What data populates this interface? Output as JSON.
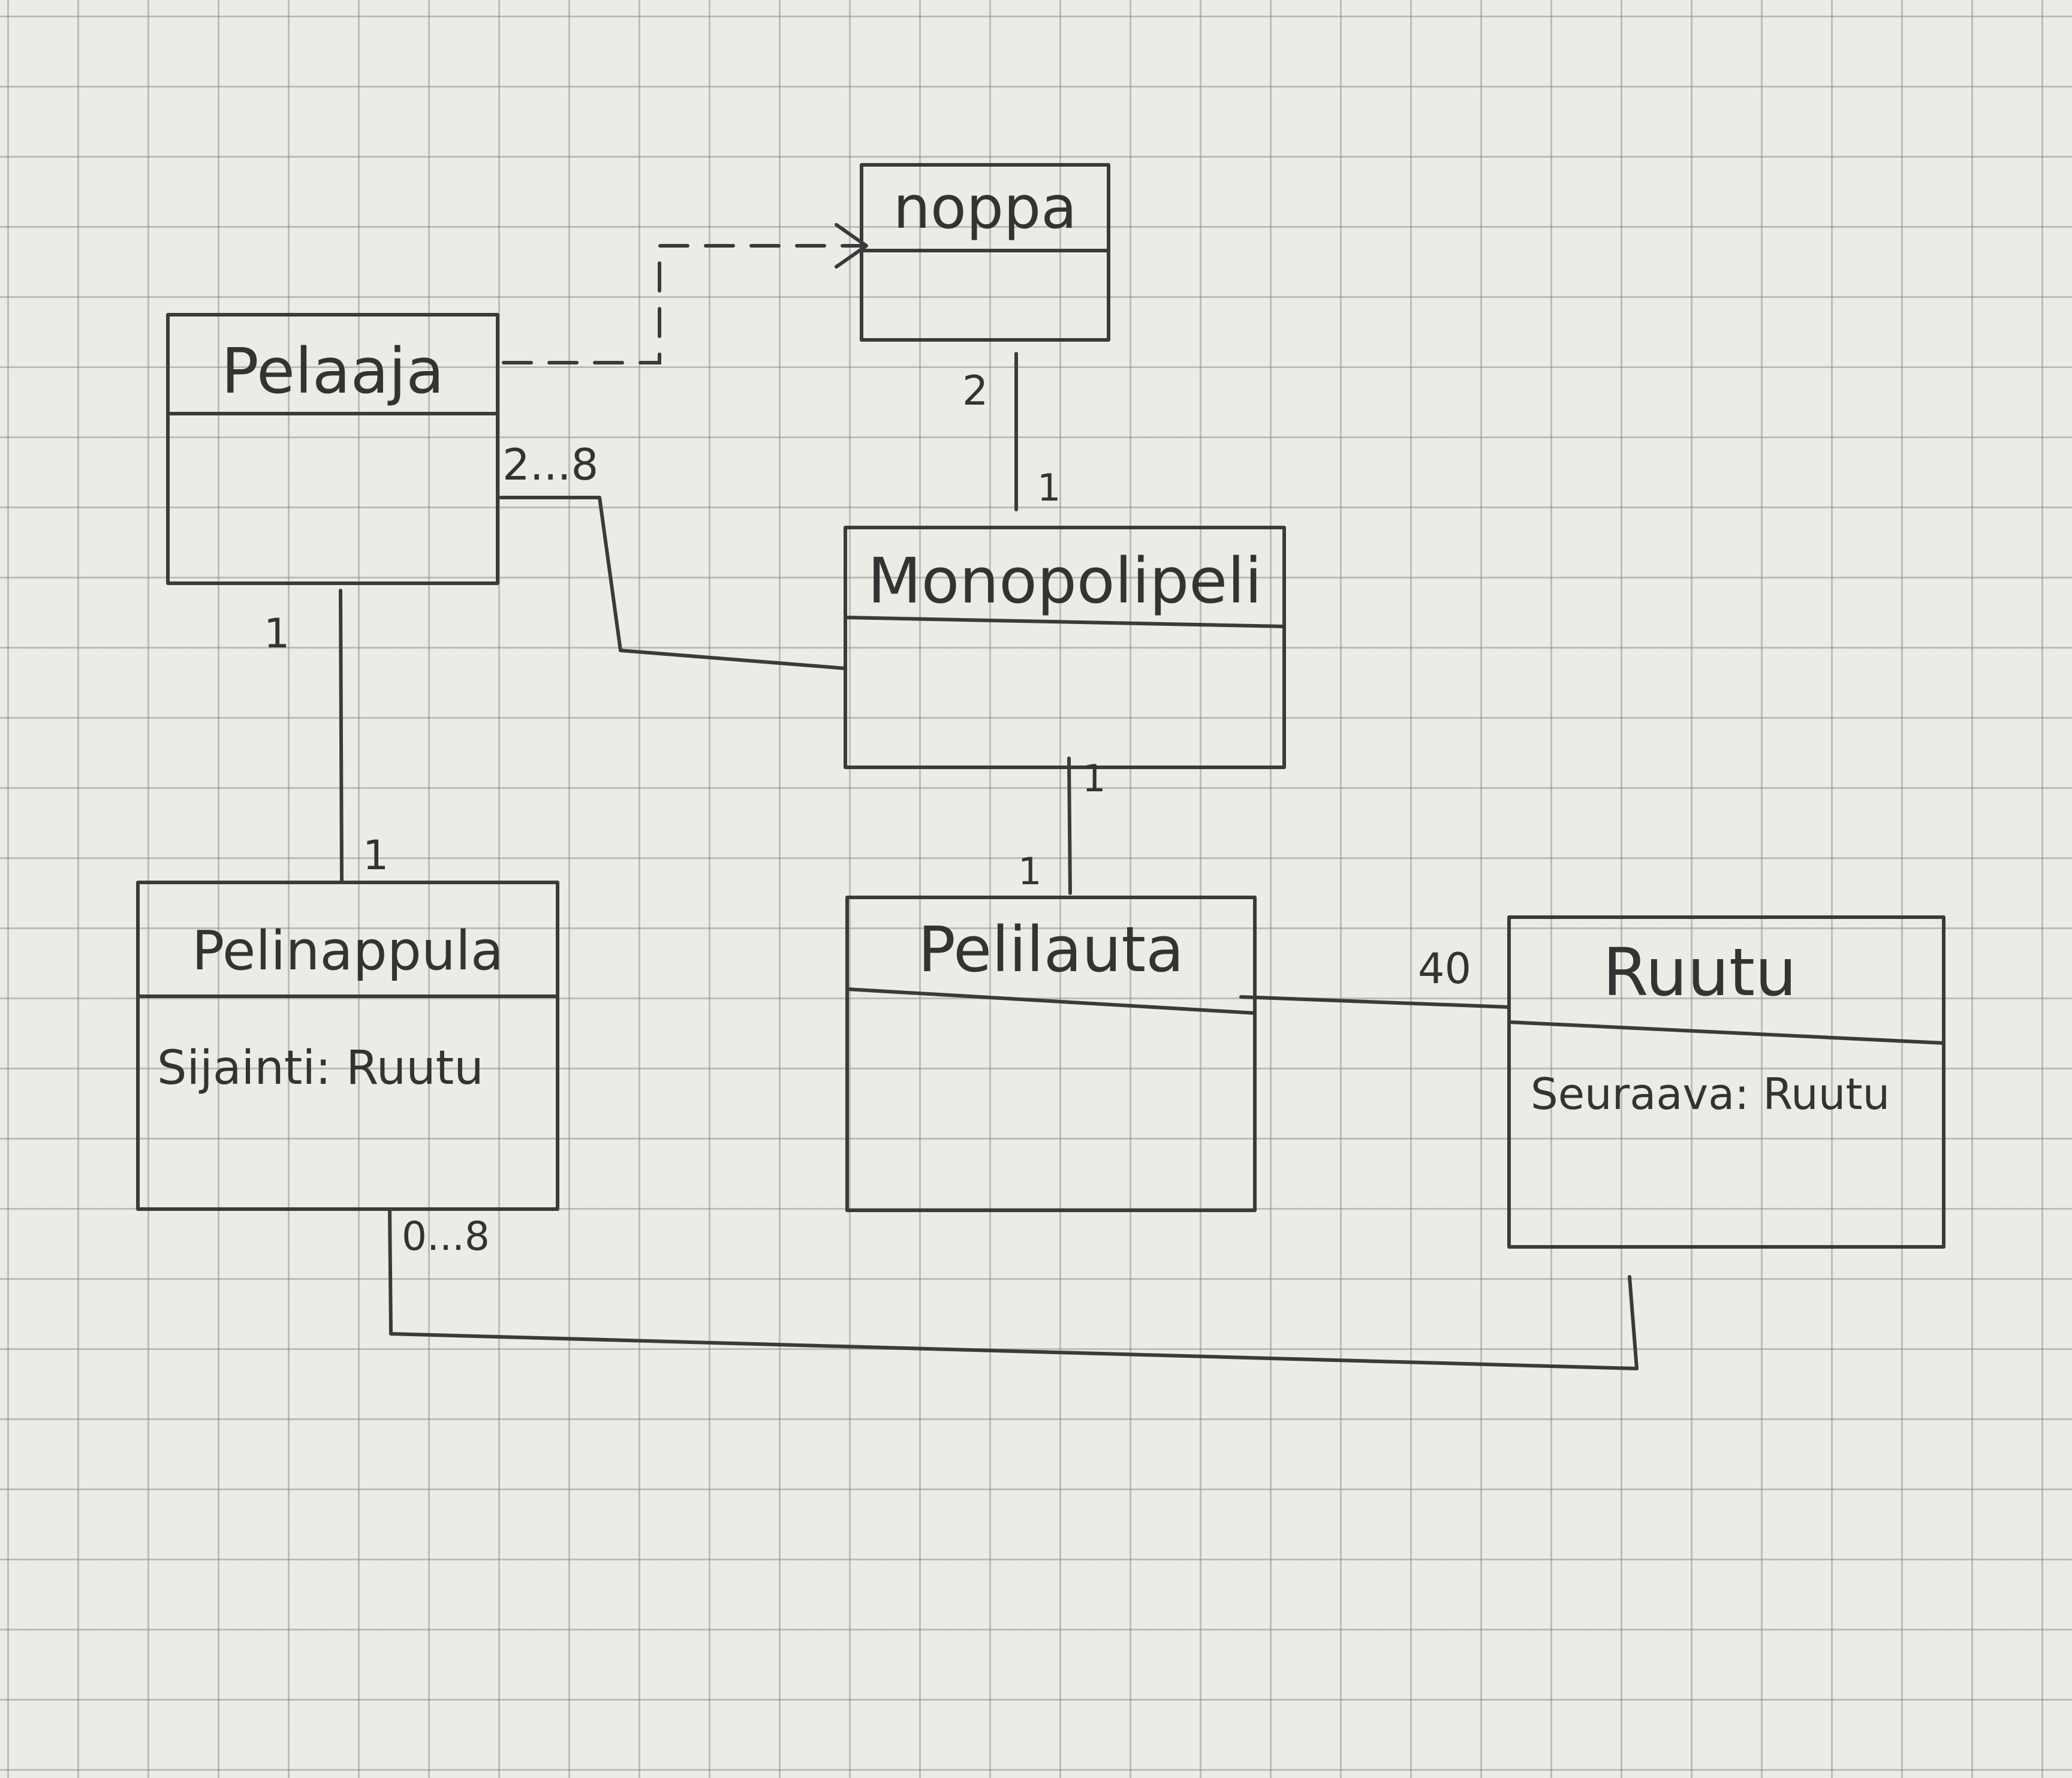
{
  "classes": {
    "noppa": {
      "name": "noppa"
    },
    "pelaaja": {
      "name": "Pelaaja"
    },
    "monopolipeli": {
      "name": "Monopolipeli"
    },
    "pelinappula": {
      "name": "Pelinappula",
      "attribute": "Sijainti: Ruutu"
    },
    "pelilauta": {
      "name": "Pelilauta"
    },
    "ruutu": {
      "name": "Ruutu",
      "attribute": "Seuraava: Ruutu"
    }
  },
  "multiplicities": {
    "noppa_end": "2",
    "monopolipeli_noppa_end": "1",
    "pelaaja_monopolipeli_end": "2...8",
    "pelaaja_pelinappula_end": "1",
    "pelinappula_pelaaja_end": "1",
    "monopolipeli_pelilauta_end": "1",
    "pelilauta_monopolipeli_end": "1",
    "ruutu_pelilauta_end": "40",
    "pelinappula_ruutu_end": "0...8"
  }
}
